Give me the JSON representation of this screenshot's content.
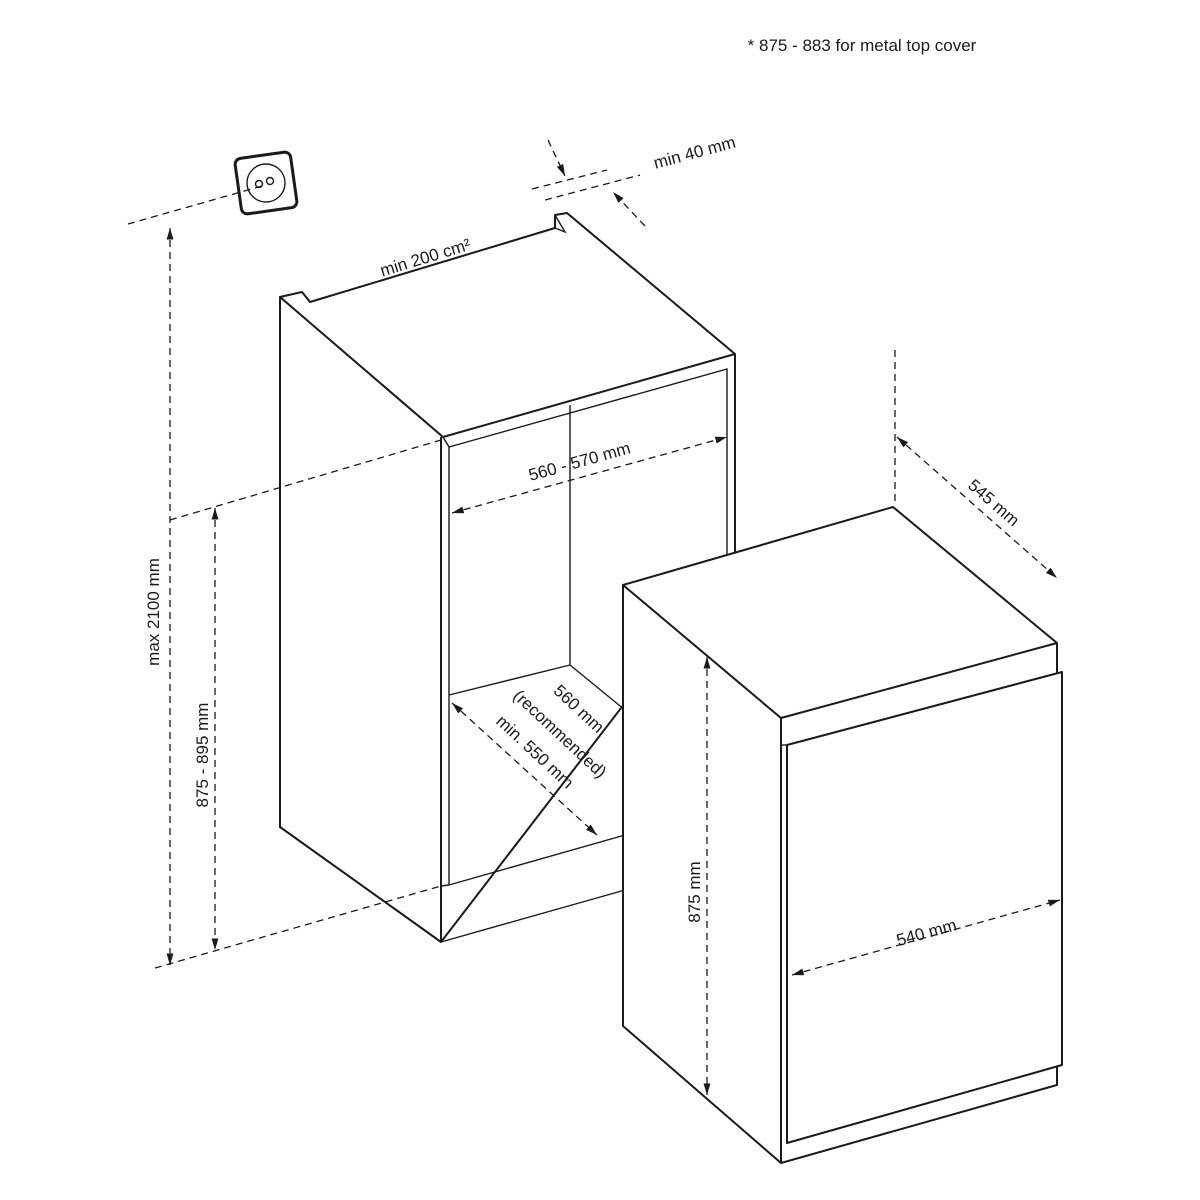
{
  "note": "* 875 - 883 for metal top cover",
  "labels": {
    "min_gap": "min 40 mm",
    "vent_area": "min 200 cm²",
    "max_height": "max 2100 mm",
    "niche_height": "875 - 895 mm",
    "niche_width": "560 - 570 mm",
    "niche_depth_1": "560 mm",
    "niche_depth_2": "(recommended)",
    "niche_depth_3": "min. 550 mm",
    "appliance_depth": "545 mm",
    "appliance_height": "875 mm",
    "appliance_width": "540 mm"
  },
  "icons": {
    "socket": "power-socket-icon"
  }
}
